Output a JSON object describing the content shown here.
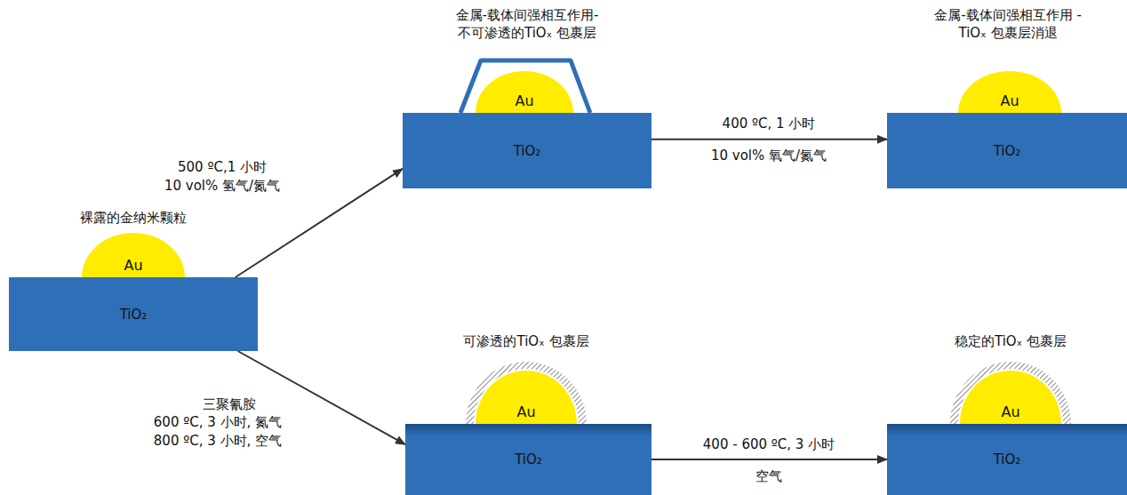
{
  "diagram": {
    "nodes": [
      {
        "text": [
          "Au"
        ]
      },
      {
        "text": [
          "TiO₂"
        ]
      },
      {
        "text": [
          "Au"
        ]
      },
      {
        "text": [
          "TiO₂"
        ]
      },
      {
        "text": [
          "Au"
        ]
      },
      {
        "text": [
          "TiO₂"
        ]
      },
      {
        "text": [
          "Au"
        ]
      },
      {
        "text": [
          "TiO₂"
        ]
      },
      {
        "text": [
          "Au"
        ]
      },
      {
        "text": [
          "TiO₂"
        ]
      }
    ],
    "edges": [
      {
        "from": 1,
        "to": 3,
        "arrow": "to",
        "label": "500 ºC,1 小时"
      },
      {
        "from": 1,
        "to": 7,
        "arrow": "to",
        "label": "三聚氰胺"
      },
      {
        "from": 3,
        "to": 5,
        "arrow": "to",
        "label": "400 ºC, 1 小时"
      },
      {
        "from": 7,
        "to": 9,
        "arrow": "to",
        "label": "400 - 600 ºC, 3 小时"
      }
    ],
    "labels": [
      "裸露的金纳米颗粒",
      "金属-载体间强相互作用- 不可渗透的TiOₓ 包裹层",
      "金属-载体间强相互作用 -TiOₓ 包裹层消退",
      "可渗透的TiOₓ 包裹层",
      "稳定的TiOₓ 包裹层",
      "10 vol% 氢气/氮气",
      "600 ºC, 3 小时, 氮气",
      "800 ºC, 3 小时, 空气",
      "10 vol% 氧气/氮气",
      "空气"
    ]
  }
}
